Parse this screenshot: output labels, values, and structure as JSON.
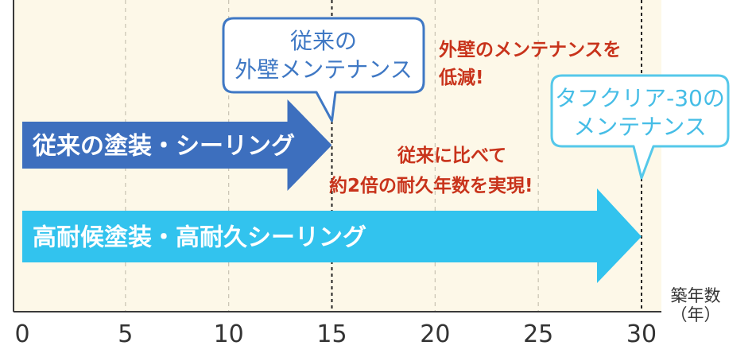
{
  "chart_data": {
    "type": "bar",
    "x": {
      "ticks": [
        0,
        5,
        10,
        15,
        20,
        25,
        30
      ],
      "range": [
        0,
        31.5
      ],
      "label": "築年数\n（年）"
    },
    "bars": [
      {
        "label": "従来の塗装・シーリング",
        "start": 0,
        "end": 15,
        "color": "#3d6fbe"
      },
      {
        "label": "高耐候塗装・高耐久シーリング",
        "start": 0,
        "end": 30,
        "color": "#32c3ee"
      }
    ],
    "callouts": [
      {
        "text": "従来の\n外壁メンテナンス",
        "at": 15,
        "border": "#3f78c4",
        "color": "#3f78c4"
      },
      {
        "text": "タフクリア-30の\nメンテナンス",
        "at": 30,
        "border": "#55c8ea",
        "color": "#45bde6"
      }
    ],
    "annotations": [
      {
        "text": "外壁のメンテナンスを\n低減!",
        "color": "#c8331b"
      },
      {
        "text": "従来に比べて\n約2倍の耐久年数を実現!",
        "color": "#c8331b"
      }
    ],
    "grid": true,
    "colors": {
      "plot_background": "#fdf8e8",
      "gridline": "#c9c3b3",
      "marker_line": "#222222"
    }
  }
}
